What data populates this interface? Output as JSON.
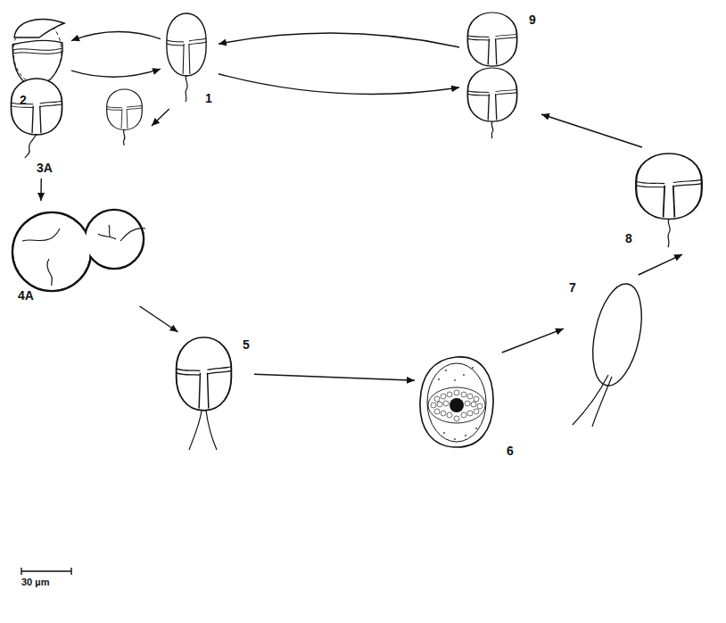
{
  "diagram": {
    "nodes": [
      {
        "text": [
          "1"
        ]
      },
      {
        "text": [
          "2"
        ]
      },
      {
        "text": [
          "3A"
        ]
      },
      {
        "text": [
          "4A"
        ]
      },
      {
        "text": [
          "5"
        ]
      },
      {
        "text": [
          "6"
        ]
      },
      {
        "text": [
          "7"
        ]
      },
      {
        "text": [
          "8"
        ]
      },
      {
        "text": [
          "9"
        ]
      }
    ],
    "edges": [
      {
        "from": 0,
        "to": 1,
        "arrow": "to"
      },
      {
        "from": 1,
        "to": 0,
        "arrow": "to"
      },
      {
        "from": 8,
        "to": 0,
        "arrow": "to"
      },
      {
        "from": 0,
        "to": 8,
        "arrow": "to"
      },
      {
        "from": 0,
        "to": 2,
        "arrow": "to"
      },
      {
        "from": 2,
        "to": 3,
        "arrow": "to"
      },
      {
        "from": 3,
        "to": 4,
        "arrow": "to"
      },
      {
        "from": 4,
        "to": 5,
        "arrow": "to"
      },
      {
        "from": 5,
        "to": 6,
        "arrow": "to"
      },
      {
        "from": 6,
        "to": 7,
        "arrow": "to"
      },
      {
        "from": 7,
        "to": 8,
        "arrow": "to"
      }
    ],
    "labels": [
      "30 µm"
    ]
  }
}
